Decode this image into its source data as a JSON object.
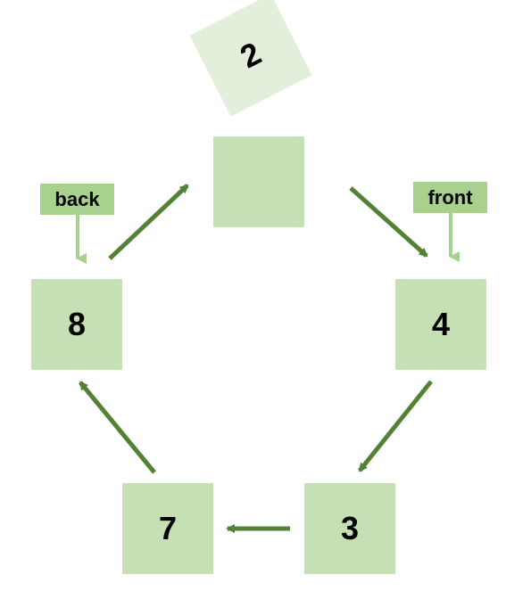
{
  "colors": {
    "slot_fill": "#c5e0b4",
    "removed_fill": "#e2efda",
    "pointer_fill": "#a9d18e",
    "arrow_color": "#538135",
    "pointer_arrow_color": "#a9d18e"
  },
  "slots": [
    {
      "id": "top",
      "value": ""
    },
    {
      "id": "right",
      "value": "4"
    },
    {
      "id": "bottom-right",
      "value": "3"
    },
    {
      "id": "bottom-left",
      "value": "7"
    },
    {
      "id": "left",
      "value": "8"
    }
  ],
  "removed_element": {
    "value": "2"
  },
  "pointers": {
    "back": "back",
    "front": "front"
  }
}
